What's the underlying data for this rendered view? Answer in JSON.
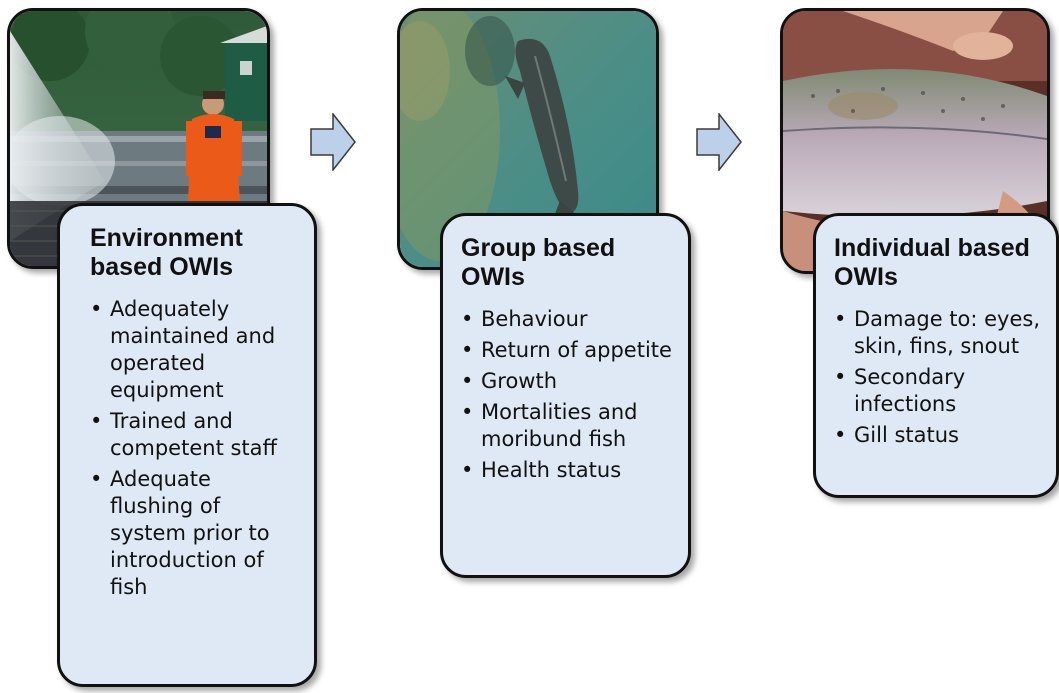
{
  "stages": [
    {
      "title_line1": "Environment",
      "title_line2": "based OWIs",
      "items": [
        "Adequately maintained and operated equipment",
        "Trained and competent staff",
        "Adequate flushing of system prior to introduction of fish"
      ]
    },
    {
      "title_line1": "Group based",
      "title_line2": "OWIs",
      "items": [
        "Behaviour",
        "Return of appetite",
        "Growth",
        "Mortalities and moribund fish",
        "Health status"
      ]
    },
    {
      "title_line1": "Individual based",
      "title_line2": "OWIs",
      "items": [
        "Damage to: eyes, skin, fins, snout",
        "Secondary infections",
        "Gill status"
      ]
    }
  ],
  "bullet": "•",
  "colors": {
    "card_fill": "#dfe9f5",
    "arrow_fill": "#bcd0ea",
    "border": "#111111"
  }
}
